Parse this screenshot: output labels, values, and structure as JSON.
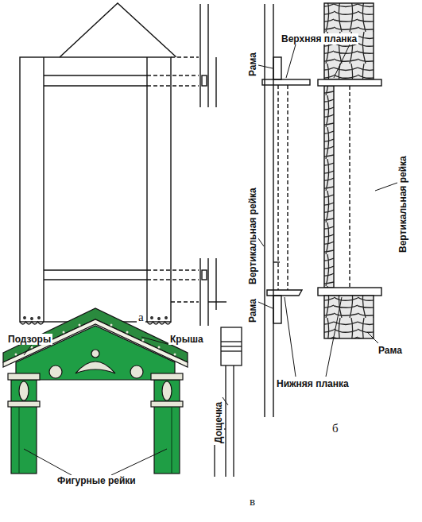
{
  "diagram": {
    "labels": [
      "Верхняя планка",
      "Рама",
      "Вертикальная рейка",
      "Вертикальная рейка",
      "Рама",
      "Рама",
      "а",
      "Подзоры",
      "Крыша",
      "Нижняя планка",
      "Дощечка",
      "б",
      "Фигурные рейки",
      "в"
    ]
  }
}
